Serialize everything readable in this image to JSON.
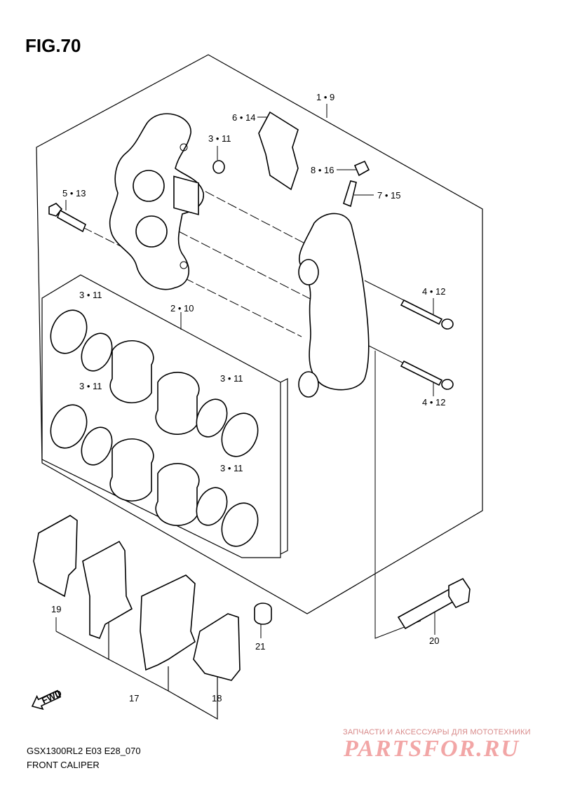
{
  "figure": {
    "title": "FIG.70",
    "model_code": "GSX1300RL2 E03 E28_070",
    "name": "FRONT CALIPER"
  },
  "callouts": {
    "c1_9": "1 • 9",
    "c2_10": "2 • 10",
    "c3_11_a": "3 • 11",
    "c3_11_b": "3 • 11",
    "c3_11_c": "3 • 11",
    "c3_11_d": "3 • 11",
    "c3_11_e": "3 • 11",
    "c4_12_a": "4 • 12",
    "c4_12_b": "4 • 12",
    "c5_13": "5 • 13",
    "c6_14": "6 • 14",
    "c7_15": "7 • 15",
    "c8_16": "8 • 16",
    "c17": "17",
    "c18": "18",
    "c19": "19",
    "c20": "20",
    "c21": "21"
  },
  "fwd_arrow": "FWD",
  "watermark": {
    "caption": "ЗАПЧАСТИ И АКСЕССУАРЫ ДЛЯ МОТОТЕХНИКИ",
    "brand": "PARTSFOR.RU"
  },
  "colors": {
    "line": "#000000",
    "background": "#ffffff",
    "watermark": "#f2a6a6"
  }
}
